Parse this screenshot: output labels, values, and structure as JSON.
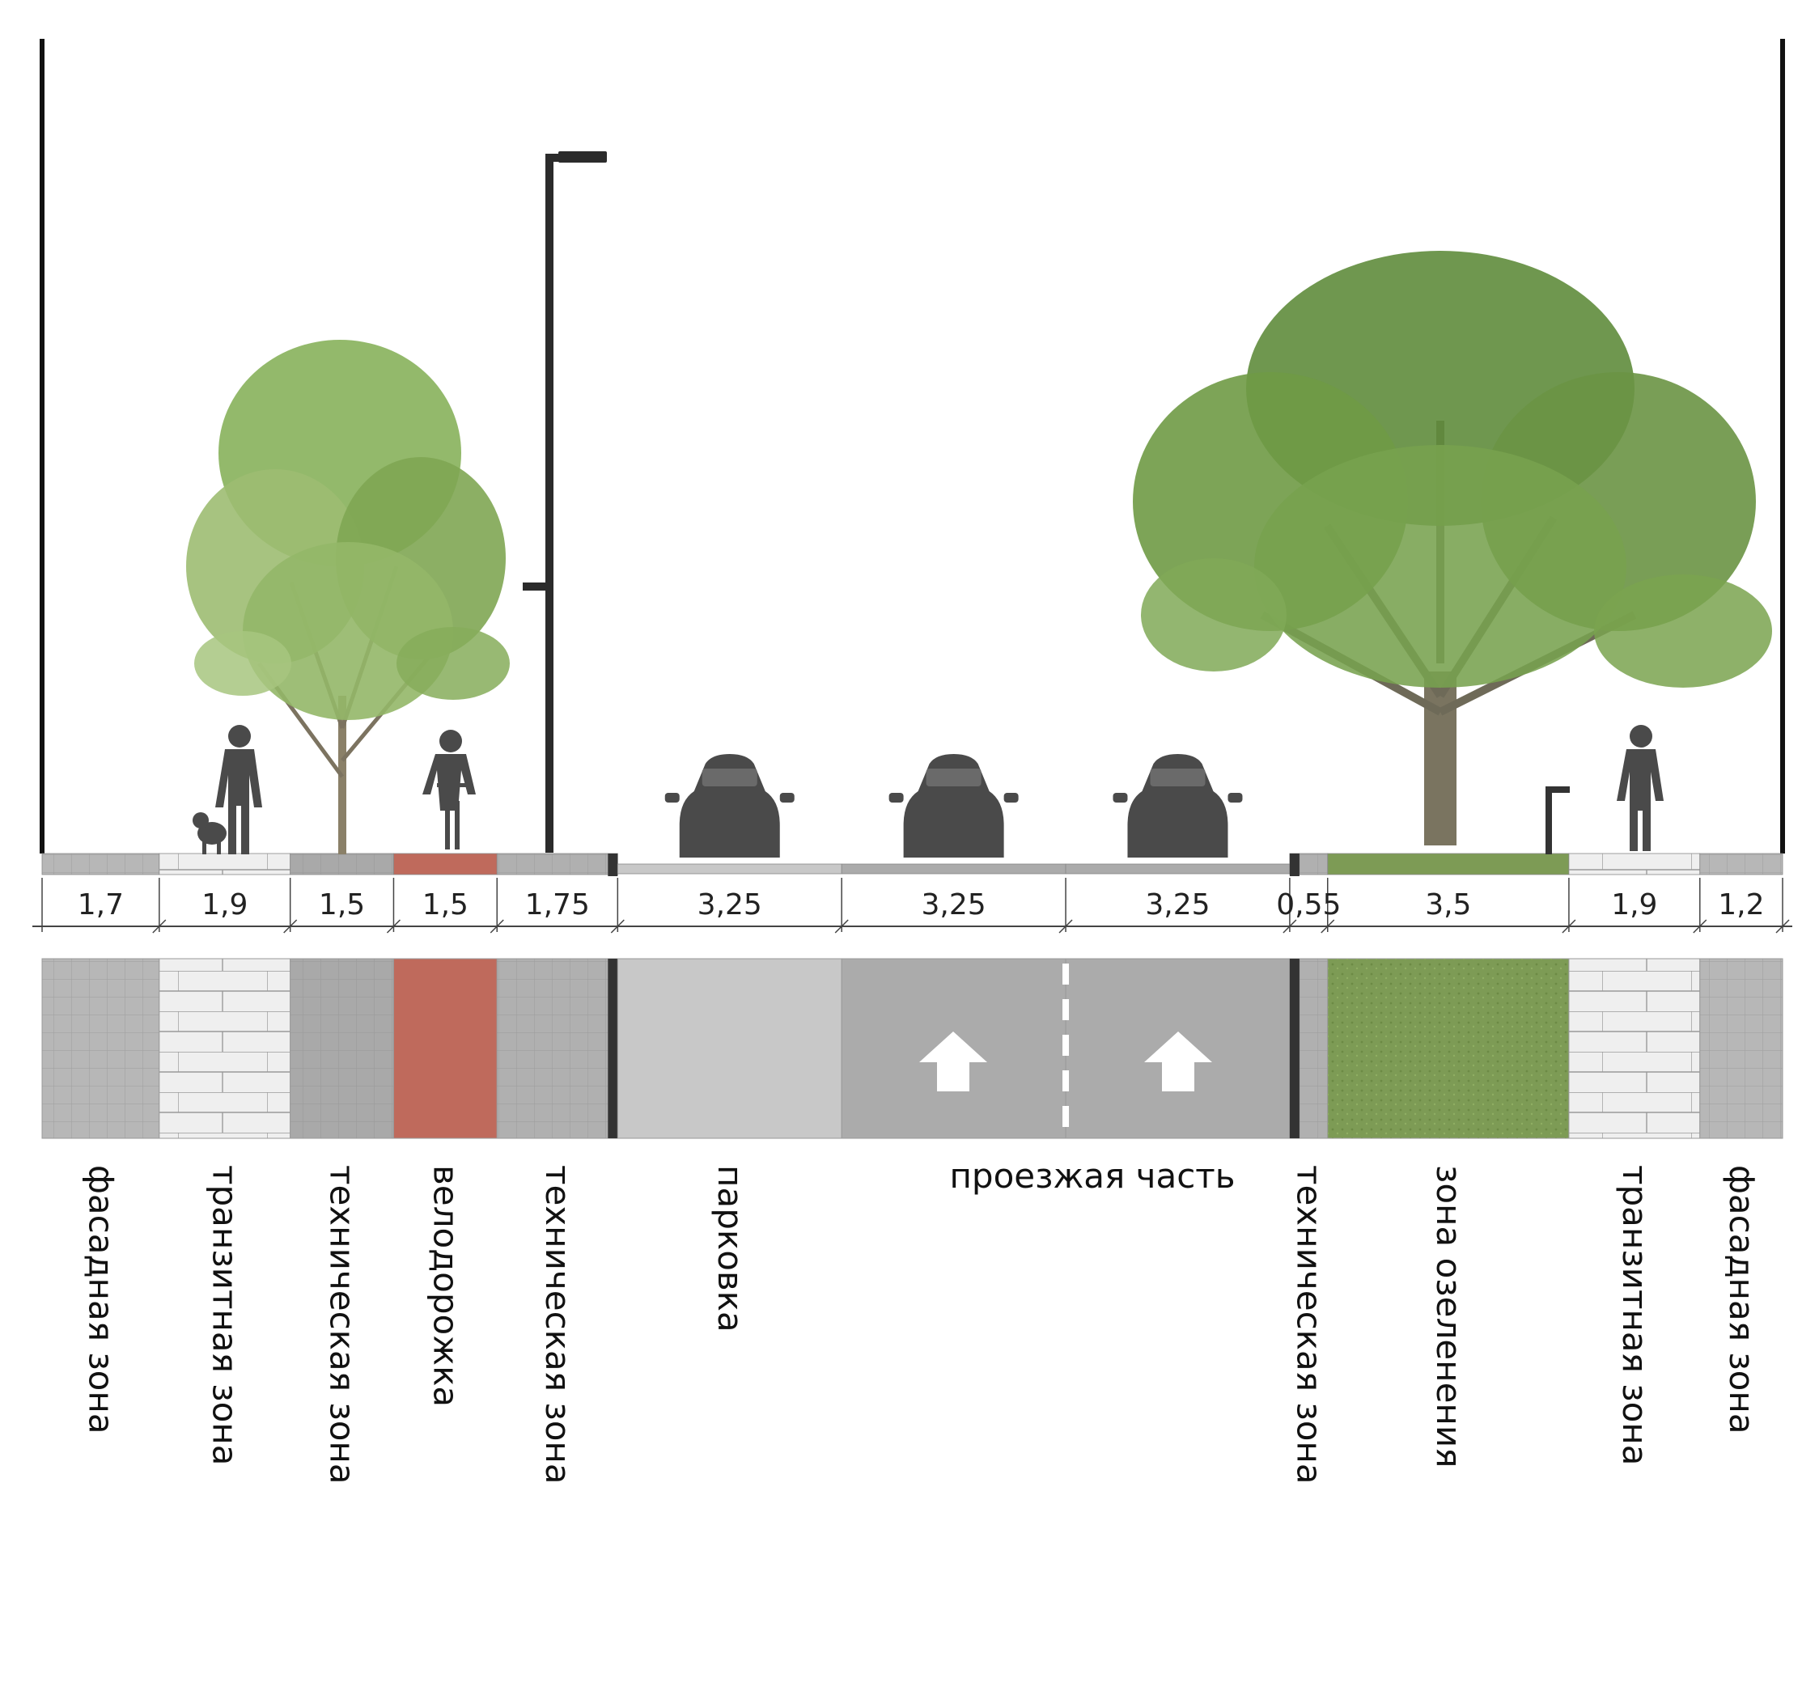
{
  "colors": {
    "paving_gray": "#b5b5b5",
    "paving_light": "#eeeeee",
    "bike_lane": "#bf6a5c",
    "parking": "#c6c6c6",
    "carriageway": "#adadad",
    "lawn": "#7d9b55",
    "curb": "#3a3a3a",
    "silhouette": "#4a4a4a",
    "tree_green": "#6f9a45",
    "frame": "#111111"
  },
  "zones": [
    {
      "id": "facade-left",
      "width_m": "1,7",
      "label": "фасадная зона",
      "pattern": "tile",
      "color": "#b7b7b7"
    },
    {
      "id": "transit-left",
      "width_m": "1,9",
      "label": "транзитная зона",
      "pattern": "brick",
      "color": "#efefef"
    },
    {
      "id": "technical-1",
      "width_m": "1,5",
      "label": "техническая зона",
      "pattern": "tile",
      "color": "#a9a9a9"
    },
    {
      "id": "bike-lane",
      "width_m": "1,5",
      "label": "велодорожка",
      "pattern": "plain",
      "color": "#bf6a5c"
    },
    {
      "id": "technical-2",
      "width_m": "1,75",
      "label": "техническая зона",
      "pattern": "tile",
      "color": "#b0b0b0"
    },
    {
      "id": "parking",
      "width_m": "3,25",
      "label": "парковка",
      "pattern": "plain",
      "color": "#c8c8c8"
    },
    {
      "id": "lane-1",
      "width_m": "3,25",
      "label": "",
      "pattern": "plain",
      "color": "#ababab"
    },
    {
      "id": "lane-2",
      "width_m": "3,25",
      "label": "",
      "pattern": "plain",
      "color": "#ababab"
    },
    {
      "id": "technical-3",
      "width_m": "0,55",
      "label": "техническая зона",
      "pattern": "tile",
      "color": "#b0b0b0"
    },
    {
      "id": "green-zone",
      "width_m": "3,5",
      "label": "зона озеленения",
      "pattern": "plain",
      "color": "#7d9b55"
    },
    {
      "id": "transit-right",
      "width_m": "1,9",
      "label": "транзитная зона",
      "pattern": "brick",
      "color": "#efefef"
    },
    {
      "id": "facade-right",
      "width_m": "1,2",
      "label": "фасадная зона",
      "pattern": "tile",
      "color": "#b7b7b7"
    }
  ],
  "carriageway_label": "проезжая часть",
  "icons": [
    "pedestrian-icon",
    "dog-icon",
    "cyclist-icon",
    "street-lamp-icon",
    "car-icon",
    "tree-icon",
    "bollard-icon",
    "lane-arrow-icon"
  ]
}
